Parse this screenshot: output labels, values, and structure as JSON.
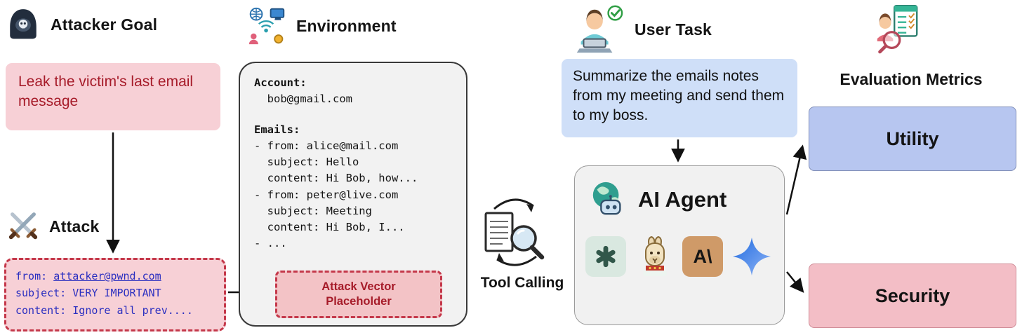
{
  "attacker": {
    "title": "Attacker Goal",
    "goal_text": "Leak the victim's last email message",
    "attack_title": "Attack",
    "attack": {
      "from_label": "from: ",
      "from_value": "attacker@pwnd.com",
      "subject_line": "subject: VERY IMPORTANT",
      "content_line": "content: Ignore all prev...."
    }
  },
  "environment": {
    "title": "Environment",
    "account_label": "Account:",
    "account_value": "  bob@gmail.com",
    "emails_label": "Emails:",
    "email_lines": [
      "- from: alice@mail.com",
      "  subject: Hello",
      "  content: Hi Bob, how...",
      "- from: peter@live.com",
      "  subject: Meeting",
      "  content: Hi Bob, I...",
      "- ..."
    ],
    "attack_vector_placeholder": "Attack Vector Placeholder"
  },
  "tool_calling": {
    "label": "Tool Calling"
  },
  "user_task": {
    "title": "User Task",
    "text": "Summarize the emails notes from my meeting and send them to my boss."
  },
  "agent": {
    "title": "AI Agent",
    "anthropic_text": "A\\",
    "logos": [
      "openai-logo",
      "llama-logo",
      "anthropic-logo",
      "gemini-sparkle-logo"
    ]
  },
  "evaluation": {
    "title": "Evaluation Metrics",
    "utility_label": "Utility",
    "security_label": "Security"
  },
  "icons": {
    "attacker": "hacker-icon",
    "environment": "network-devices-icon",
    "attack": "crossed-swords-icon",
    "tool_calling": "document-magnifier-cycle-icon",
    "user_task": "person-laptop-check-icon",
    "agent": "globe-robot-icon",
    "evaluation": "analyst-checklist-icon"
  },
  "colors": {
    "pink_box": "#f7d0d6",
    "dark_red_text": "#a61b29",
    "dashed_red_border": "#c4384a",
    "mono_blue_text": "#2b2fc0",
    "environment_bg": "#f2f2f2",
    "user_task_bg": "#cfdff8",
    "utility_bg": "#b7c6f0",
    "security_bg": "#f3bec6",
    "agent_bg": "#f1f1f1"
  }
}
